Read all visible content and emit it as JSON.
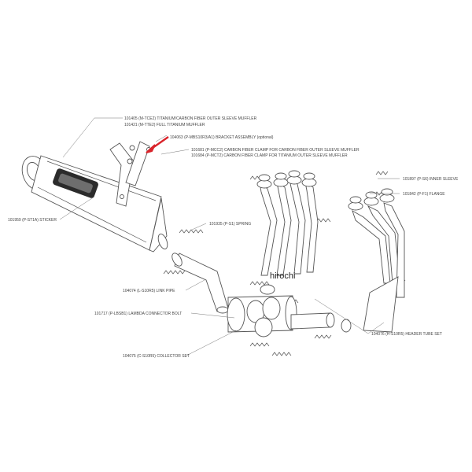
{
  "labels": {
    "muffler_ti_carbon": "101405 (M-TCE2)  TITANIUM/CARBON FIBER OUTER SLEEVE MUFFLER",
    "muffler_full_ti": "101421 (M-TTE2)  FULL TITANIUM MUFFLER",
    "bracket": "104063 (P-MBS10R3/A1)  BRACKET ASSEMBLY (optional)",
    "clamp_carbon": "101681 (P-MCC2)  CARBON FIBER CLAMP FOR CARBON FIBER OUTER SLEEVE MUFFLER",
    "clamp_titanium": "101684 (P-MCT2)  CARBON FIBER CLAMP FOR TITANIUM OUTER SLEEVE MUFFLER",
    "inner_sleeve": "101897 (P-S6)  INNER SLEEVE",
    "flange": "101842 (P-F1)  FLANGE",
    "sticker": "101959 (P-ST1A)  STICKER",
    "spring": "101935 (P-S1)  SPRING",
    "link_pipe": "104074 (L-S10R5)  LINK PIPE",
    "lambda_bolt": "101717 (P-LBSB1)  LAMBDA CONNECTOR BOLT",
    "collector": "104075 (C-S10R5)  COLLECTOR SET",
    "header": "104076 (H-S10R5)  HEADER TUBE SET"
  },
  "watermark": "hirochi",
  "colors": {
    "arrow": "#d9242b",
    "line": "#555555",
    "text": "#444444"
  }
}
